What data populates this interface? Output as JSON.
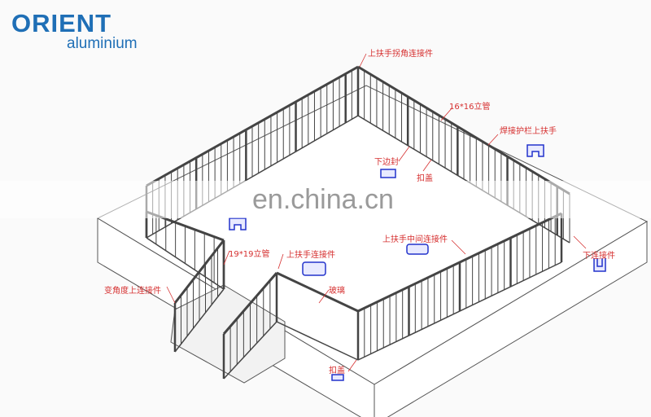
{
  "logo": {
    "brand": "ORIENT",
    "sub": "aluminium"
  },
  "watermark": "en.china.cn",
  "labels": {
    "corner_connector": "上扶手拐角连接件",
    "post_16": "16*16立管",
    "welded_top_rail": "焊接护栏上扶手",
    "bottom_edge_seal": "下边封",
    "cover_cap_back": "扣盖",
    "middle_connector": "上扶手中间连接件",
    "bottom_connector": "下连接件",
    "post_19": "19*19立管",
    "top_rail_connector": "上扶手连接件",
    "variable_angle_connector": "变角度上连接件",
    "glass": "玻璃",
    "cover_cap_front": "扣盖"
  },
  "colors": {
    "label": "#d63030",
    "part": "#2233cc",
    "line": "#555555",
    "logo": "#1f6fb6"
  }
}
